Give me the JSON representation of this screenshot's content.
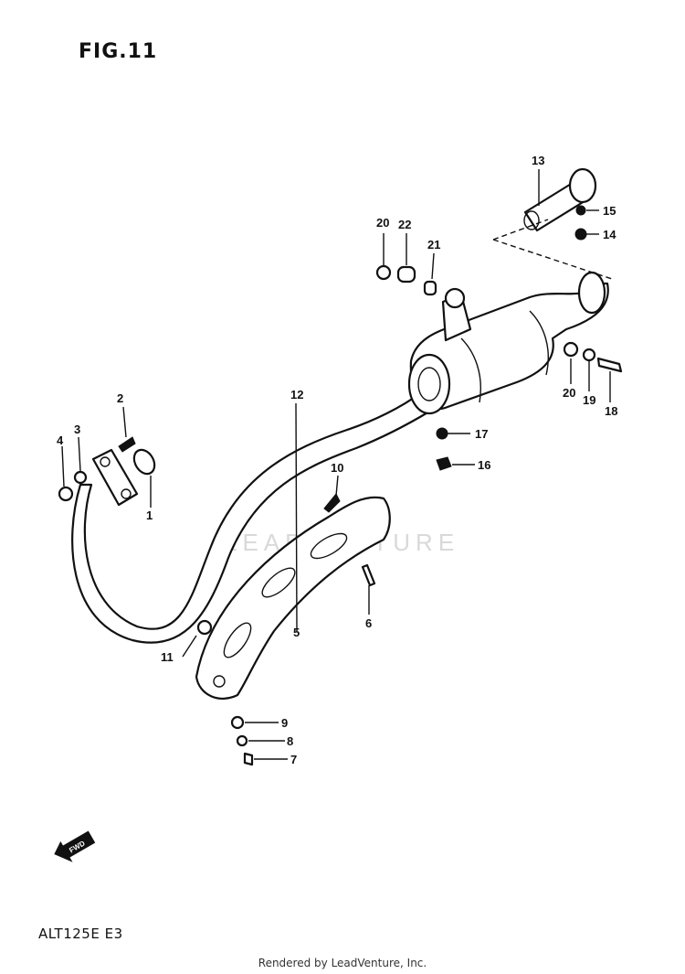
{
  "figure": {
    "title": "FIG.11",
    "model_code": "ALT125E E3",
    "footer": "Rendered by LeadVenture, Inc.",
    "watermark": "LEADVENTURE"
  },
  "callouts": [
    "1",
    "2",
    "3",
    "4",
    "5",
    "6",
    "7",
    "8",
    "9",
    "10",
    "11",
    "12",
    "13",
    "14",
    "15",
    "16",
    "17",
    "18",
    "19",
    "20",
    "20",
    "21",
    "22"
  ],
  "fwd_marker": "FWD"
}
